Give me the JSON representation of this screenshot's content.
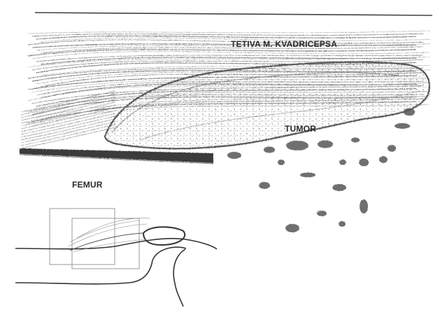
{
  "labels": {
    "tendon": "TETIVA M. KVADRICEPSA",
    "tumor": "TUMOR",
    "femur": "FEMUR"
  },
  "colors": {
    "background": "#ffffff",
    "ink": "#2b2b2b",
    "fiber": "#7a7a7a",
    "tumor_texture": "#9a9a9a",
    "bone_dark": "#333333",
    "inset_frame": "#9a9a9a"
  },
  "elements": [
    "quadriceps-tendon-fibers",
    "tumor-mass",
    "femur-cortex",
    "tumor-fragments",
    "inset-knee-diagram"
  ]
}
